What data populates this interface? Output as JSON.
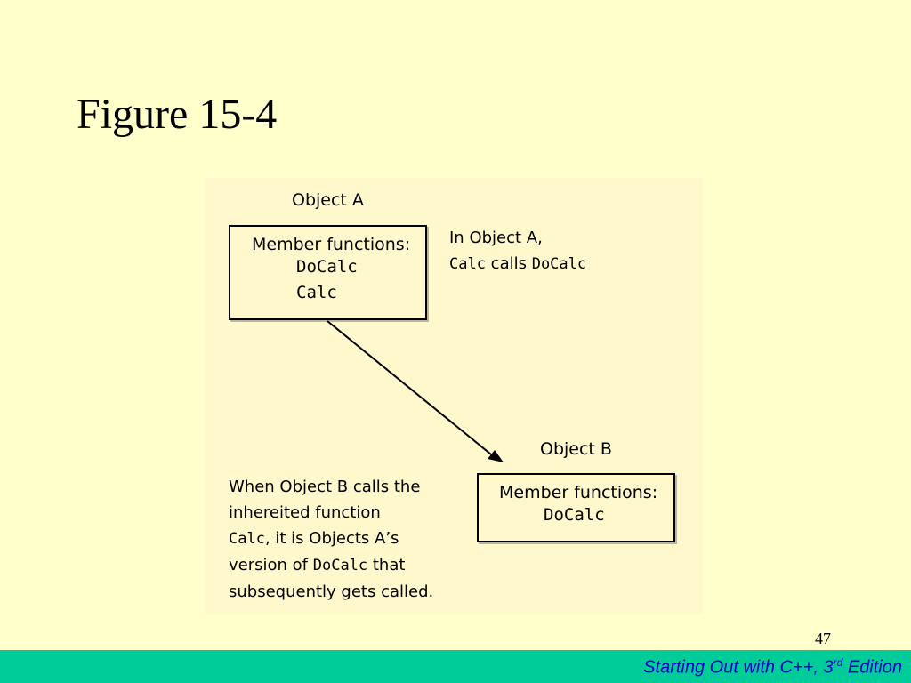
{
  "slide": {
    "title": "Figure 15-4",
    "page_number": "47"
  },
  "diagram": {
    "object_a": {
      "label": "Object A",
      "heading": "Member functions:",
      "members": [
        "DoCalc",
        "Calc"
      ]
    },
    "object_b": {
      "label": "Object B",
      "heading": "Member functions:",
      "members": [
        "DoCalc"
      ]
    },
    "note_a": {
      "line1": "In Object A,",
      "code1": "Calc",
      "mid": " calls ",
      "code2": "DoCalc"
    },
    "note_b": {
      "line1": "When Object B calls the",
      "line2": "inhereited function",
      "code1": "Calc",
      "after_code1": ", it is Objects A’s",
      "before_code2": "version of ",
      "code2": "DoCalc",
      "after_code2": " that",
      "line5": "subsequently gets called."
    }
  },
  "footer": {
    "text": "Starting Out with C++, 3",
    "superscript": "rd",
    "suffix": " Edition",
    "background": "#00cc99",
    "text_color": "#0000cc"
  },
  "colors": {
    "slide_background": "#ffffcc",
    "figure_background": "#fff8cc"
  }
}
